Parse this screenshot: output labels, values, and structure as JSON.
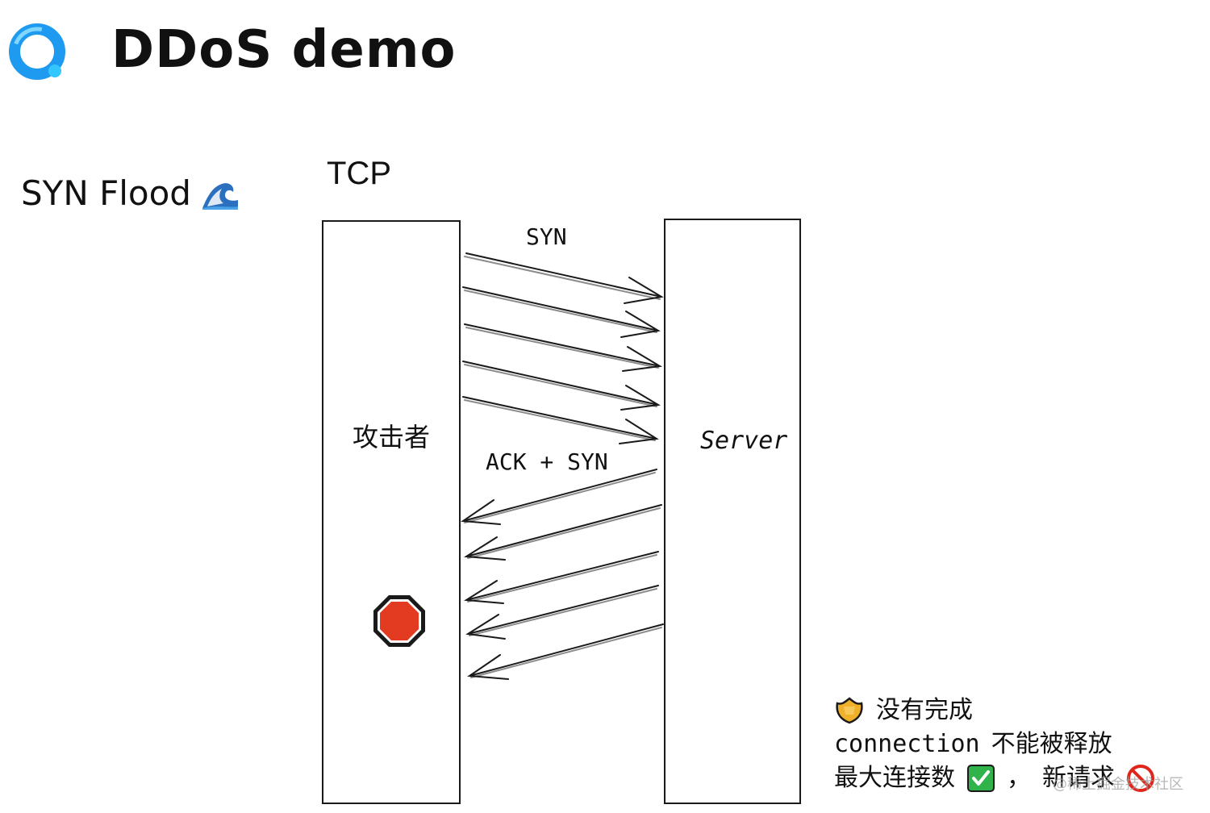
{
  "header": {
    "title": "DDoS demo",
    "logo_icon": "blue-ring-logo-icon"
  },
  "section": {
    "label": "SYN Flood",
    "emoji_icon": "wave-icon"
  },
  "diagram": {
    "protocol_label": "TCP",
    "attacker_label": "攻击者",
    "server_label": "Server",
    "syn_label": "SYN",
    "ack_syn_label": "ACK + SYN",
    "syn_arrow_count": 5,
    "ack_syn_arrow_count": 5,
    "stop_icon": "stop-sign-icon",
    "colors": {
      "stop_red": "#e33a22",
      "line": "#1a1a1a"
    }
  },
  "notes": {
    "line1_icon": "shield-badge-icon",
    "line1_text": "没有完成",
    "line2_code": "connection",
    "line2_text": "不能被释放",
    "line3_text": "最大连接数",
    "line3_check_icon": "check-box-icon",
    "line3_sep": "，",
    "line3_text2": "新请求",
    "line3_prohibit_icon": "prohibited-icon"
  },
  "watermark": "@稀土掘金技术社区"
}
